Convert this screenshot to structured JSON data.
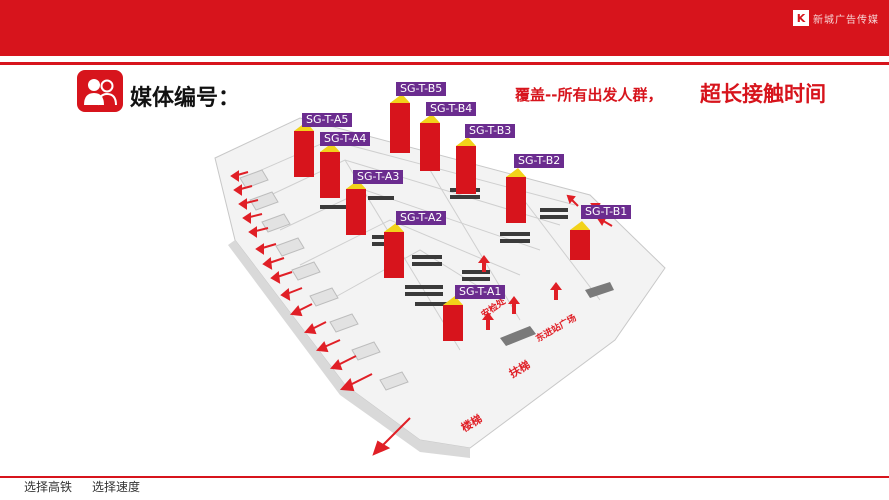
{
  "header": {
    "brand_mark": "K",
    "brand_text": "新城广告传媒"
  },
  "title": {
    "label": "媒体编号：",
    "coverage_prefix": "覆盖--所有出发人群，",
    "coverage_emphasis": "超长接触时间"
  },
  "media": [
    {
      "id": "SG-T-A5"
    },
    {
      "id": "SG-T-A4"
    },
    {
      "id": "SG-T-A3"
    },
    {
      "id": "SG-T-A2"
    },
    {
      "id": "SG-T-A1"
    },
    {
      "id": "SG-T-B5"
    },
    {
      "id": "SG-T-B4"
    },
    {
      "id": "SG-T-B3"
    },
    {
      "id": "SG-T-B2"
    },
    {
      "id": "SG-T-B1"
    }
  ],
  "map_signs": {
    "security": "安检处",
    "square": "东进站广场",
    "stairs_top": "扶梯",
    "stairs_bottom": "楼梯"
  },
  "footer": {
    "link1": "选择高铁",
    "link2": "选择速度"
  },
  "colors": {
    "brand_red": "#d7141c",
    "label_purple": "#6b2c8f",
    "sign_yellow": "#f2d21a"
  }
}
